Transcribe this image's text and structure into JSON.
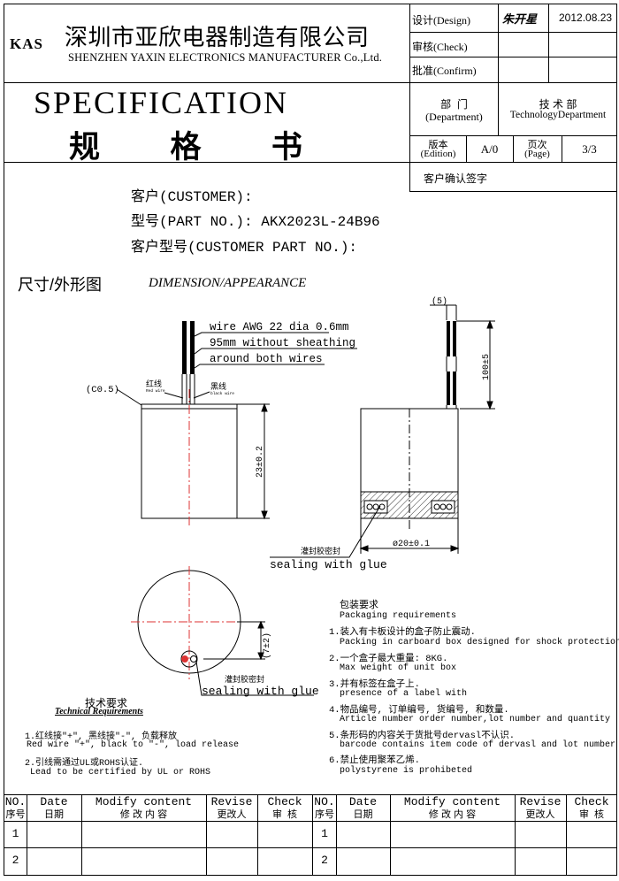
{
  "header": {
    "logo": "KAS",
    "company_cn": "深圳市亚欣电器制造有限公司",
    "company_en": "SHENZHEN YAXIN ELECTRONICS MANUFACTURER Co.,Ltd.",
    "design_label": "设计(Design)",
    "design_signature": "朱开星",
    "design_date": "2012.08.23",
    "check_label": "审核(Check)",
    "confirm_label": "批准(Confirm)"
  },
  "title": {
    "en": "SPECIFICATION",
    "cn": "规  格  书",
    "department_label_cn": "部  门",
    "department_label_en": "(Department)",
    "department_value_cn": "技 术 部",
    "department_value_en": "TechnologyDepartment",
    "edition_label_cn": "版本",
    "edition_label_en": "(Edition)",
    "edition_value": "A/0",
    "page_label_cn": "页次",
    "page_label_en": "(Page)",
    "page_value": "3/3",
    "customer_confirm": "客户确认签字"
  },
  "info": {
    "customer": "客户(CUSTOMER):",
    "part_no_label": "型号(PART NO.): ",
    "part_no_value": "AKX2023L-24B96",
    "customer_part_no": "客户型号(CUSTOMER PART NO.):"
  },
  "section": {
    "title_cn": "尺寸/外形图",
    "title_en": "DIMENSION/APPEARANCE"
  },
  "drawing": {
    "wire_note_1": "wire AWG 22 dia 0.6mm",
    "wire_note_2": "95mm without sheathing",
    "wire_note_3": "around both wires",
    "chamfer": "(C0.5)",
    "red_wire_cn": "红线",
    "red_wire_en": "Red wire",
    "black_wire_cn": "黑线",
    "black_wire_en": "black wire",
    "height_dim": "23±0.2",
    "lead_gap": "(5)",
    "lead_length": "100±5",
    "diameter_dim": "ø20±0.1",
    "glue_cn": "灌封胶密封",
    "glue_en": "sealing with glue",
    "offset_dim": "(7±2)",
    "glue2_cn": "灌封胶密封",
    "glue2_en": "sealing with glue"
  },
  "tech": {
    "title_cn": "技术要求",
    "title_en": "Technical Requirements",
    "l1": "1.红线接\"+\", 黑线接\"-\", 负载释放",
    "l2": "Red wire \"+\", black to \"-\", load release",
    "l3": "2.引线需通过UL或ROHS认证.",
    "l4": "Lead to be certified by UL or ROHS"
  },
  "packaging": {
    "title_cn": "包装要求",
    "title_en": "Packaging requirements",
    "l1": "1.装入有卡板设计的盒子防止震动.",
    "l2": "Packing in carboard box designed for shock protection",
    "l3": "2.一个盒子最大重量: 8KG.",
    "l4": "Max weight of unit box",
    "l5": "3.并有标签在盒子上.",
    "l6": "presence of a label with",
    "l7": "4.物品编号, 订单编号, 货编号, 和数量.",
    "l8": "Article number order number,lot number and quantity",
    "l9": "5.条形码的内容关于货批号dervasl不认识.",
    "l10": "barcode contains item code of dervasl and lot number",
    "l11": "6.禁止使用聚苯乙烯.",
    "l12": "polystyrene is prohibeted"
  },
  "revision": {
    "headers_en": [
      "NO.",
      "Date",
      "Modify content",
      "Revise",
      "Check"
    ],
    "headers_cn": [
      "序号",
      "日期",
      "修 改 内 容",
      "更改人",
      "审  核"
    ],
    "rows": [
      "1",
      "2"
    ]
  }
}
